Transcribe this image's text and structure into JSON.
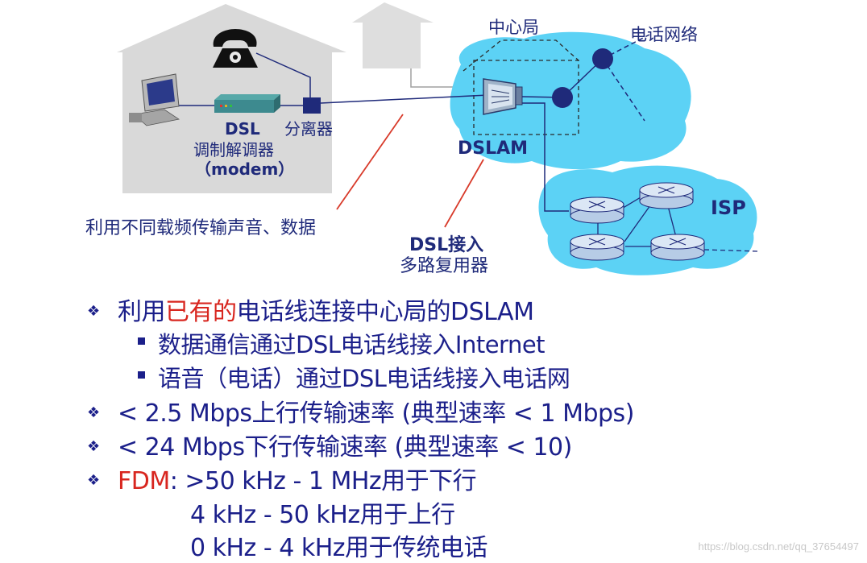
{
  "diagram": {
    "central_office": "中心局",
    "phone_network": "电话网络",
    "dsl_label": "DSL",
    "modem_cn": "调制解调器",
    "modem_en": "（modem）",
    "splitter": "分离器",
    "dslam": "DSLAM",
    "isp": "ISP",
    "annotation_freq": "利用不同载频传输声音、数据",
    "dslam_line1": "DSL接入",
    "dslam_line2": "多路复用器"
  },
  "bullets": {
    "b1_pre": "利用",
    "b1_red": "已有的",
    "b1_post": "电话线连接中心局的DSLAM",
    "sub1": "数据通信通过DSL电话线接入Internet",
    "sub2": "语音（电话）通过DSL电话线接入电话网",
    "b2": "< 2.5 Mbps上行传输速率 (典型速率 < 1 Mbps)",
    "b3": "< 24 Mbps下行传输速率 (典型速率 < 10)",
    "fdm_red": "FDM",
    "fdm_1": ": >50 kHz - 1 MHz用于下行",
    "fdm_2": "4 kHz - 50 kHz用于上行",
    "fdm_3": "0 kHz - 4 kHz用于传统电话"
  },
  "watermark": "https://blog.csdn.net/qq_37654497",
  "colors": {
    "text": "#1b1f8a",
    "accent_red": "#d8261f",
    "cloud": "#5cd2f5",
    "house": "#d9d9d9",
    "node": "#1f2a7a"
  }
}
